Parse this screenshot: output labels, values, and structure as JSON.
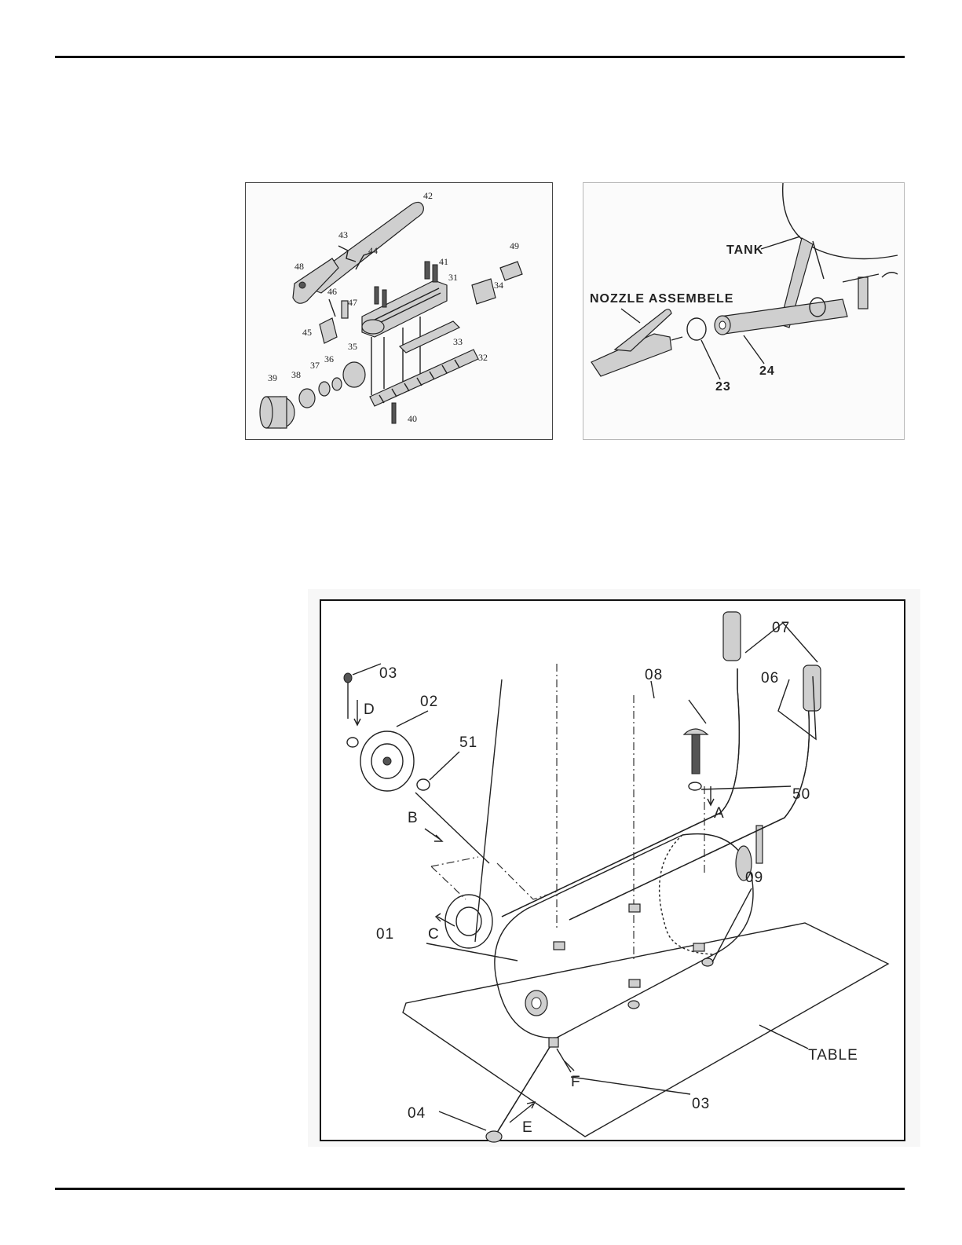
{
  "figures": {
    "trigger_assembly": {
      "callouts": [
        "31",
        "32",
        "33",
        "34",
        "35",
        "36",
        "37",
        "38",
        "39",
        "40",
        "41",
        "42",
        "43",
        "44",
        "45",
        "46",
        "47",
        "48",
        "49"
      ]
    },
    "hose_assembly": {
      "labels": {
        "tank": "TANK",
        "nozzle": "NOZZLE ASSEMBELE",
        "clamp": "23",
        "hose": "24"
      }
    },
    "frame_assembly": {
      "callouts": {
        "tank": "01",
        "wheel": "02",
        "pin_top": "03",
        "pin_bottom": "03",
        "support": "04",
        "handle": "06",
        "grip": "07",
        "bolt": "08",
        "nut": "09",
        "washer_bolt": "50",
        "washer_wheel": "51"
      },
      "directions": {
        "a": "A",
        "b": "B",
        "c": "C",
        "d": "D",
        "e": "E",
        "f": "F"
      },
      "table_label": "TABLE"
    }
  }
}
